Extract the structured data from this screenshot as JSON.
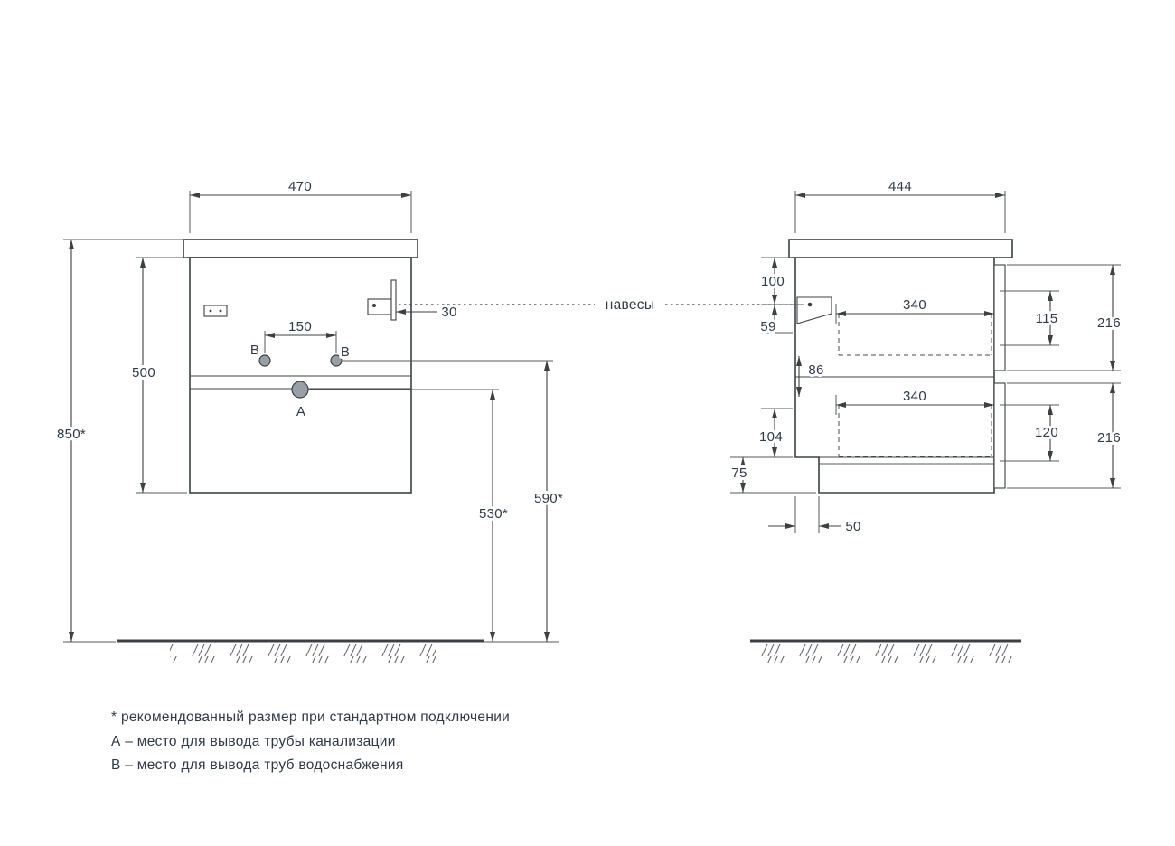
{
  "front": {
    "width": "470",
    "total_height": "850*",
    "cabinet_height": "500",
    "holes_spacing": "150",
    "bracket_offset": "30",
    "drain_height": "530*",
    "supply_height": "590*",
    "drain_label": "A",
    "supply_label_left": "B",
    "supply_label_right": "B"
  },
  "side": {
    "depth": "444",
    "bracket_top_offset": "100",
    "bracket_height": "59",
    "drawer_gap": "86",
    "top_drawer_depth": "340",
    "top_drawer_inner_height": "115",
    "top_front_height": "216",
    "bottom_drawer_depth": "340",
    "bottom_drawer_inner_height": "120",
    "bottom_front_height": "216",
    "bottom_clearance": "104",
    "plinth_height": "75",
    "back_recess": "50"
  },
  "callout": {
    "hangers_label": "навесы"
  },
  "notes": {
    "recommended": "* рекомендованный размер при стандартном подключении",
    "legend_a": "А – место для вывода трубы канализации",
    "legend_b": "В – место для вывода труб водоснабжения"
  }
}
